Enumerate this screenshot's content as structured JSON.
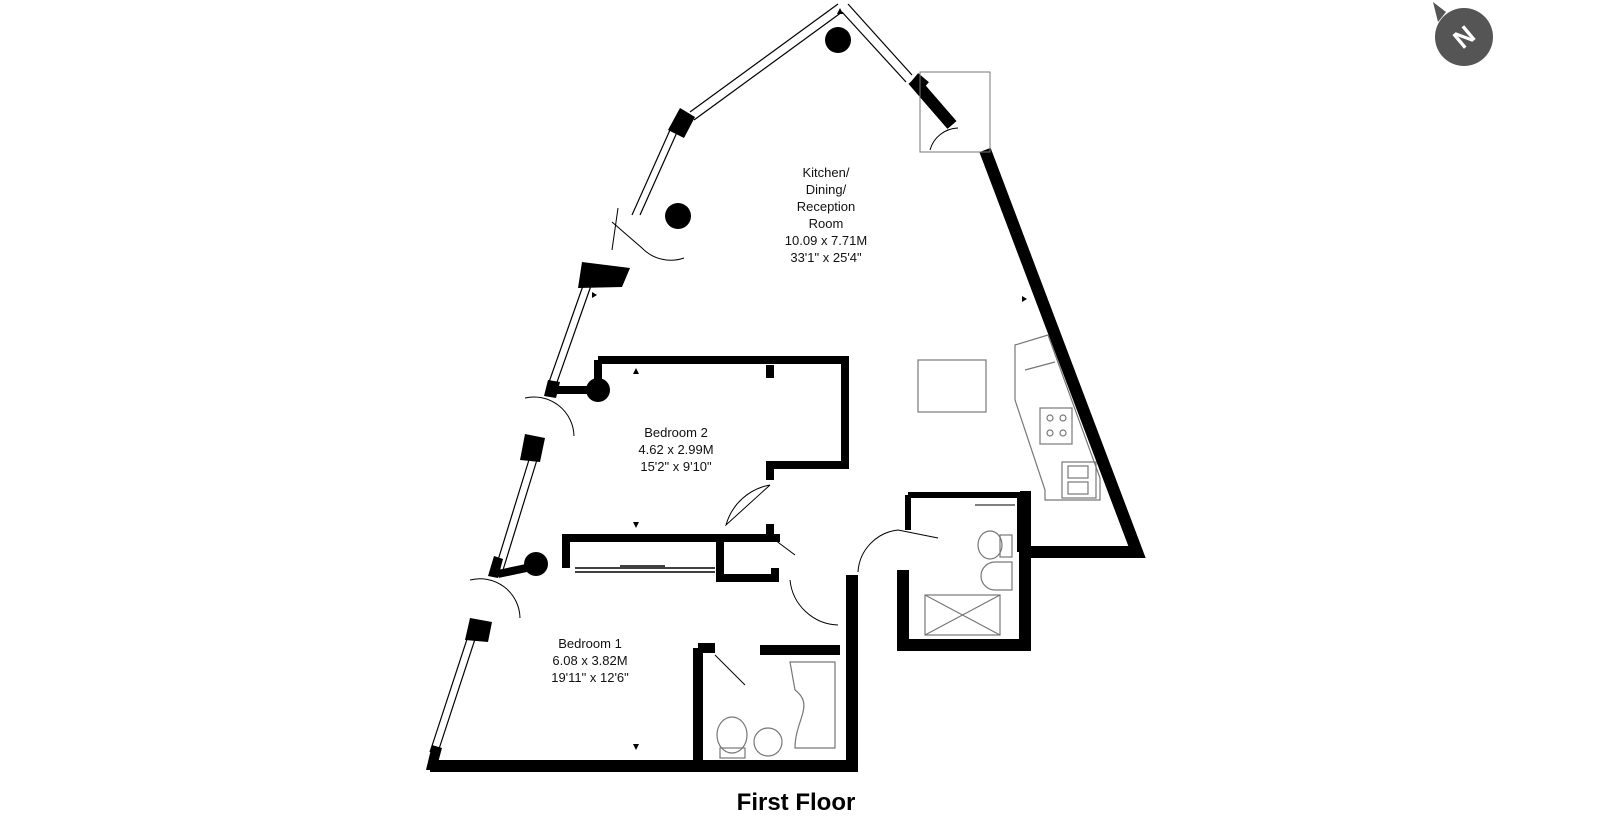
{
  "floor_title": "First Floor",
  "compass": {
    "letter": "N",
    "color": "#555555"
  },
  "rooms": {
    "kitchen": {
      "lines": [
        "Kitchen/",
        "Dining/",
        "Reception",
        "Room",
        "10.09 x 7.71M",
        "33'1\" x 25'4\""
      ]
    },
    "bedroom2": {
      "lines": [
        "Bedroom 2",
        "4.62 x 2.99M",
        "15'2\" x 9'10\""
      ]
    },
    "bedroom1": {
      "lines": [
        "Bedroom 1",
        "6.08 x 3.82M",
        "19'11\" x 12'6\""
      ]
    }
  },
  "colors": {
    "wall": "#000000",
    "fixture": "#777777",
    "background": "#ffffff"
  }
}
